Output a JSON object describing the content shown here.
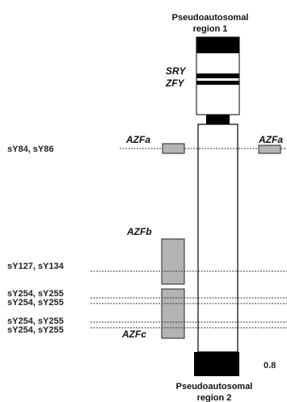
{
  "regions": {
    "top_line1": "Pseudoautosomal",
    "top_line2": "region 1",
    "bottom_line1": "Pseudoautosomal",
    "bottom_line2": "region 2"
  },
  "genes": {
    "sry": "SRY",
    "zfy": "ZFY"
  },
  "azf": {
    "a_left": "AZFa",
    "a_right": "AZFa",
    "b": "AZFb",
    "c": "AZFc"
  },
  "markers": {
    "m1": "sY84, sY86",
    "m2": "sY127, sY134",
    "m3a": "sY254, sY255",
    "m3b": "sY254, sY255",
    "m4a": "sY254, sY255",
    "m4b": "sY254, sY255"
  },
  "scale_value": "0.8",
  "colors": {
    "band": "#000000",
    "azf_box_fill": "#b4b4b4",
    "line": "#333333"
  }
}
